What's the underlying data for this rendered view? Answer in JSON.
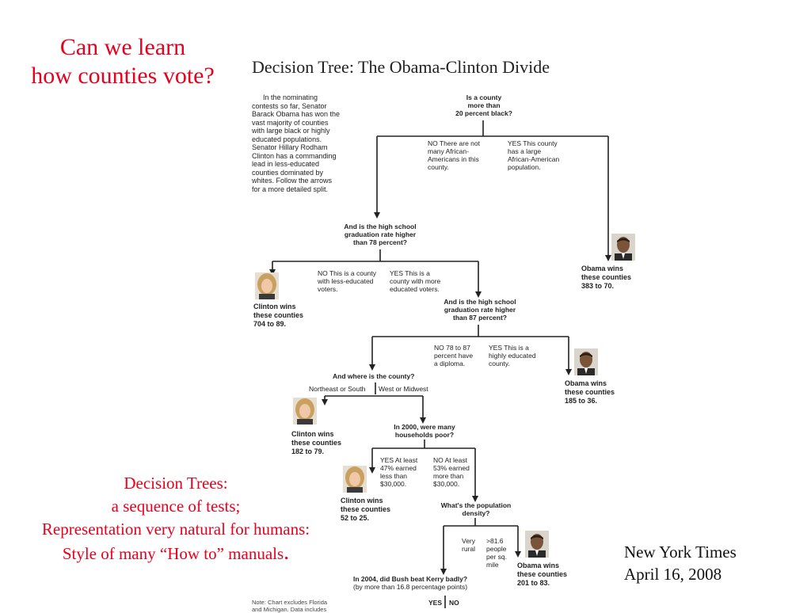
{
  "slide": {
    "title_lines": [
      "Can we learn",
      "how counties vote?"
    ],
    "caption_lines": [
      "Decision Trees:",
      "a sequence of tests;",
      "Representation very natural for humans:",
      "Style of many “How to” manuals"
    ],
    "caption_end": ".",
    "source_lines": [
      "New York Times",
      "April 16, 2008"
    ],
    "accent_color": "#e8001c"
  },
  "tree": {
    "title": "Decision Tree: The Obama-Clinton Divide",
    "intro_lines": [
      "In the nominating",
      "contests so far, Senator",
      "Barack Obama has won the",
      "vast majority of counties",
      "with large black or highly",
      "educated populations.",
      "Senator Hillary Rodham",
      "Clinton has a commanding",
      "lead in less-educated",
      "counties dominated by",
      "whites. Follow the arrows",
      "for a more detailed split."
    ],
    "q1": {
      "question_lines": [
        "Is a county",
        "more than",
        "20 percent black?"
      ],
      "no_lines": [
        "NO There are not",
        "many African-",
        "Americans in this",
        "county."
      ],
      "yes_lines": [
        "YES This county",
        "has a large",
        "African-American",
        "population."
      ]
    },
    "obama1": [
      "Obama wins",
      "these counties",
      "383 to 70."
    ],
    "q2": {
      "question_lines": [
        "And is the high school",
        "graduation rate higher",
        "than 78 percent?"
      ],
      "no_lines": [
        "NO This is a county",
        "with less-educated",
        "voters."
      ],
      "yes_lines": [
        "YES This is a",
        "county with more",
        "educated voters."
      ]
    },
    "clinton1": [
      "Clinton wins",
      "these counties",
      "704 to 89."
    ],
    "q3": {
      "question_lines": [
        "And is the high school",
        "graduation rate higher",
        "than 87 percent?"
      ],
      "no_lines": [
        "NO 78 to 87",
        "percent have",
        "a diploma."
      ],
      "yes_lines": [
        "YES This is a",
        "highly educated",
        "county."
      ]
    },
    "obama2": [
      "Obama wins",
      "these counties",
      "185 to 36."
    ],
    "q4": {
      "question": "And where is the county?",
      "left": "Northeast or South",
      "right": "West or Midwest"
    },
    "clinton2": [
      "Clinton wins",
      "these counties",
      "182 to 79."
    ],
    "q5": {
      "question_lines": [
        "In 2000, were many",
        "households poor?"
      ],
      "yes_lines": [
        "YES At least",
        "47% earned",
        "less than",
        "$30,000."
      ],
      "no_lines": [
        "NO At least",
        "53% earned",
        "more than",
        "$30,000."
      ]
    },
    "clinton3": [
      "Clinton wins",
      "these counties",
      "52 to 25."
    ],
    "q6": {
      "question_lines": [
        "What's the population",
        "density?"
      ],
      "left_lines": [
        "Very",
        "rural"
      ],
      "right_lines": [
        ">81.6",
        "people",
        "per sq.",
        "mile"
      ]
    },
    "obama3": [
      "Obama wins",
      "these counties",
      "201 to 83."
    ],
    "q7": {
      "question_lines": [
        "In 2004, did Bush beat Kerry badly?",
        "(by more than 16.8 percentage points)"
      ],
      "yes": "YES",
      "no": "NO"
    },
    "note_lines": [
      "Note: Chart excludes Florida",
      "and Michigan. Data includes"
    ]
  }
}
